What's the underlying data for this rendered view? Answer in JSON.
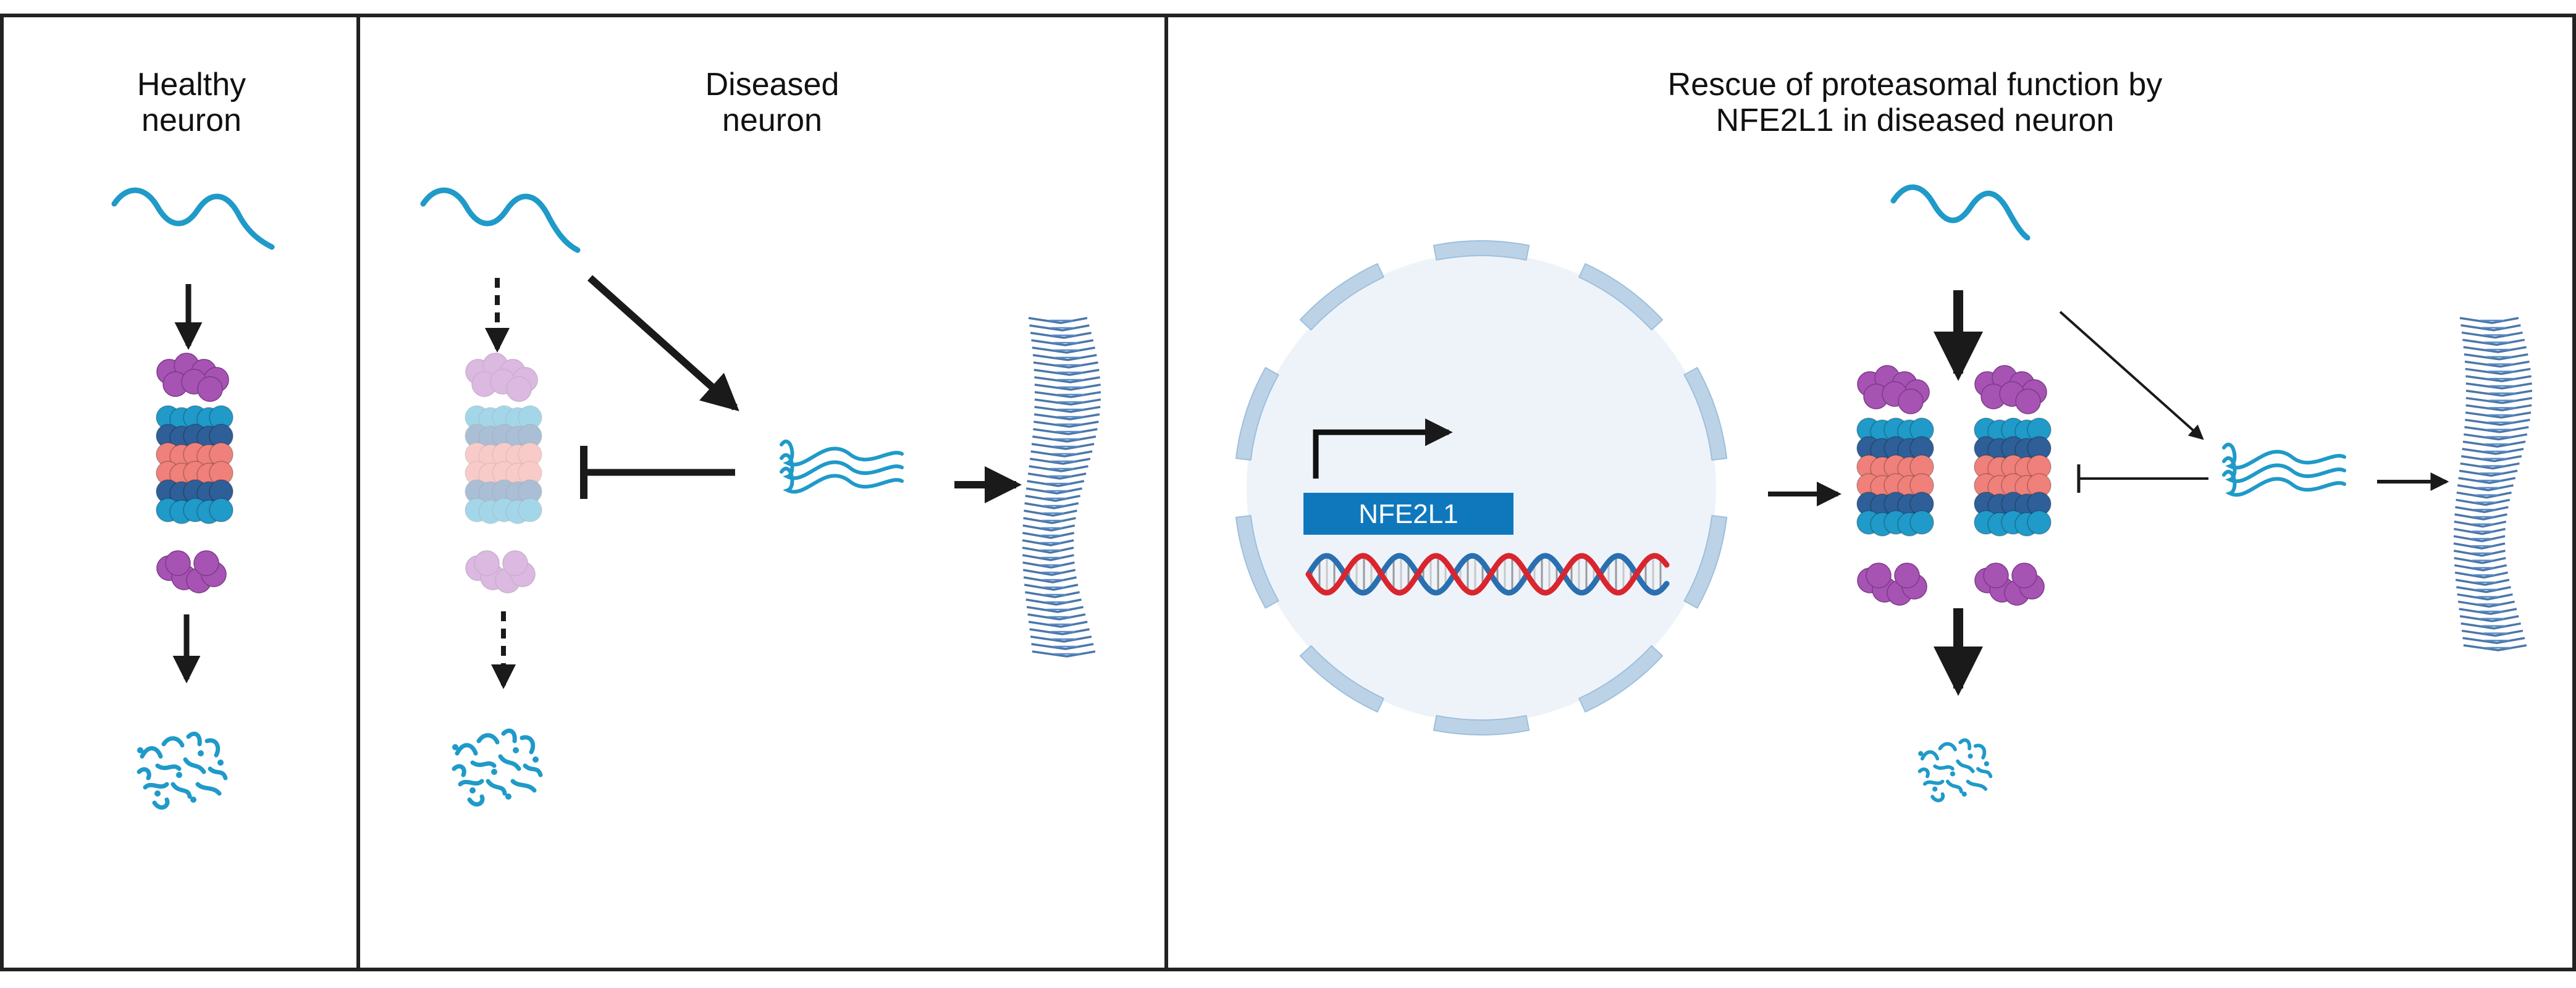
{
  "panels": [
    {
      "title_lines": [
        "Healthy",
        "neuron"
      ]
    },
    {
      "title_lines": [
        "Diseased",
        "neuron"
      ]
    },
    {
      "title_lines": [
        "Rescue of proteasomal function by",
        "NFE2L1 in diseased neuron"
      ]
    }
  ],
  "nucleus": {
    "gene_label": "NFE2L1"
  },
  "colors": {
    "protein_chain": "#1f9ac9",
    "proteasome_cap": "#a653b3",
    "proteasome_alpha_ring": "#1f9ac9",
    "proteasome_dark_ring": "#2e5f98",
    "proteasome_beta_ring": "#f0807a",
    "dna_strand_red": "#d9262e",
    "dna_strand_blue": "#2a6fb0",
    "gene_box": "#0f78bd",
    "nucleus_envelope": "#bcd3e7",
    "nucleus_fill": "#eef3fa",
    "fibril": "#2c5f9a",
    "arrow": "#1a1a1a"
  },
  "icons": [
    "protein-chain-icon",
    "proteasome-icon",
    "degraded-peptides-icon",
    "misfolded-protein-icon",
    "amyloid-fibril-icon",
    "dna-helix-icon",
    "transcription-arrow-icon",
    "nucleus-icon",
    "inhibition-bar-icon"
  ]
}
